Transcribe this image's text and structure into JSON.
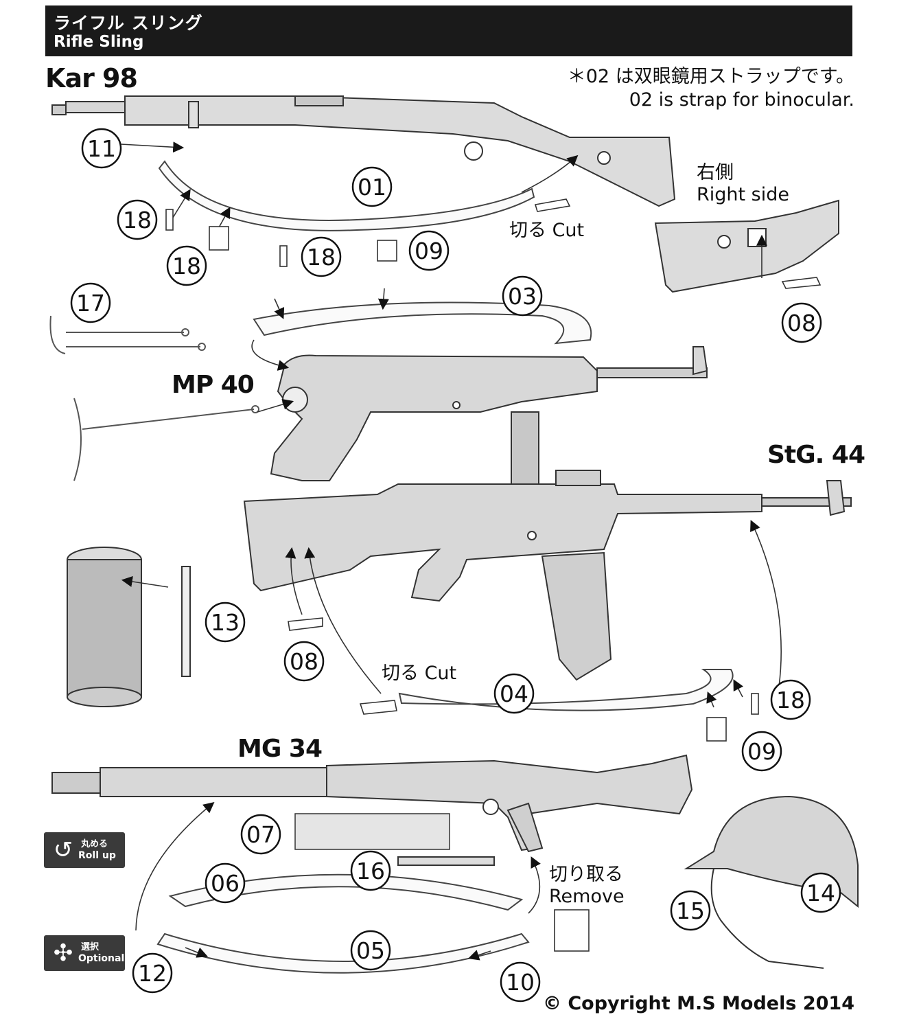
{
  "header": {
    "title_jp": "ライフル スリング",
    "title_en": "Rifle Sling"
  },
  "guns": {
    "kar98": "Kar 98",
    "mp40": "MP 40",
    "stg44": "StG. 44",
    "mg34": "MG 34"
  },
  "note": {
    "line_jp": "＊02 は双眼鏡用ストラップです。",
    "line_en": "02 is strap for binocular."
  },
  "labels": {
    "right_side_jp": "右側",
    "right_side_en": "Right side",
    "cut_top": "切る Cut",
    "cut_mid": "切る Cut",
    "remove_jp": "切り取る",
    "remove_en": "Remove"
  },
  "badges": {
    "rollup_jp": "丸める",
    "rollup_en": "Roll up",
    "optional_jp": "選択",
    "optional_en": "Optional"
  },
  "copyright": "© Copyright M.S Models 2014",
  "callouts": [
    {
      "id": "c11",
      "text": "11"
    },
    {
      "id": "c01",
      "text": "01"
    },
    {
      "id": "c18a",
      "text": "18"
    },
    {
      "id": "c18b",
      "text": "18"
    },
    {
      "id": "c18c",
      "text": "18"
    },
    {
      "id": "c09a",
      "text": "09"
    },
    {
      "id": "c17",
      "text": "17"
    },
    {
      "id": "c03",
      "text": "03"
    },
    {
      "id": "c08a",
      "text": "08"
    },
    {
      "id": "c13",
      "text": "13"
    },
    {
      "id": "c08b",
      "text": "08"
    },
    {
      "id": "c04",
      "text": "04"
    },
    {
      "id": "c18d",
      "text": "18"
    },
    {
      "id": "c09b",
      "text": "09"
    },
    {
      "id": "c07",
      "text": "07"
    },
    {
      "id": "c16",
      "text": "16"
    },
    {
      "id": "c06",
      "text": "06"
    },
    {
      "id": "c05",
      "text": "05"
    },
    {
      "id": "c12",
      "text": "12"
    },
    {
      "id": "c10",
      "text": "10"
    },
    {
      "id": "c15",
      "text": "15"
    },
    {
      "id": "c14",
      "text": "14"
    }
  ]
}
